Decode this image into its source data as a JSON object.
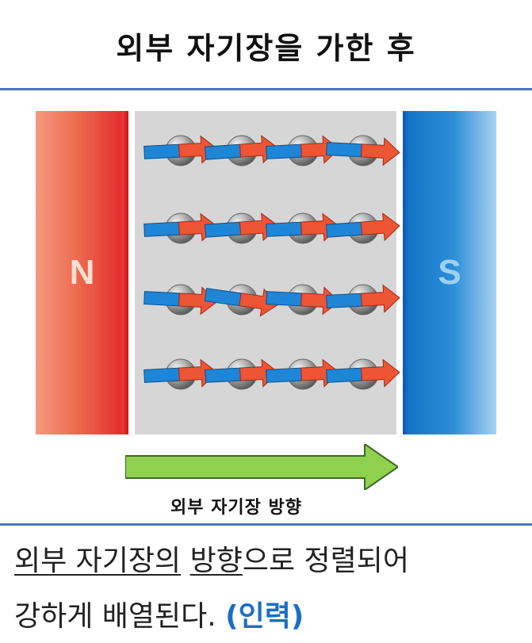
{
  "title": "외부 자기장을 가한 후",
  "magnets": {
    "north_label": "N",
    "south_label": "S",
    "north_color": "#e8392f",
    "south_color": "#1a7fd0"
  },
  "dipoles": {
    "rows": 4,
    "cols": 4,
    "tilt_deg": [
      [
        -3,
        -4,
        -3,
        3
      ],
      [
        -3,
        -4,
        -3,
        -4
      ],
      [
        3,
        8,
        3,
        -3
      ],
      [
        -3,
        -3,
        -3,
        -3
      ]
    ],
    "tail_color": "#1e86d6",
    "head_color": "#ee5535",
    "sphere_color": "#9a9a9a"
  },
  "field_arrow": {
    "label": "외부 자기장 방향",
    "color": "#8fd14f"
  },
  "caption": {
    "seg1": "외부 자기장의",
    "seg2": " ",
    "seg3": "방향",
    "seg4": "으로 정렬되어",
    "line2_text": "강하게 배열된다. ",
    "keyword": "(인력)"
  }
}
